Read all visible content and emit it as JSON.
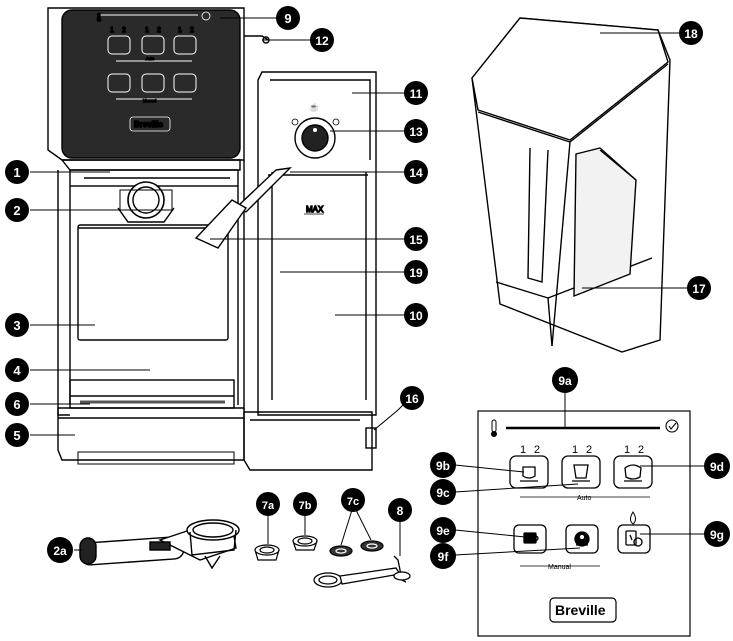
{
  "brand": "Breville",
  "machine": {
    "panel_numbers": [
      "1",
      "2",
      "1",
      "2",
      "1",
      "2"
    ],
    "auto_label": "Auto",
    "manual_label": "Manual",
    "tank_max_label": "MAX"
  },
  "callouts": {
    "c1": "1",
    "c2": "2",
    "c3": "3",
    "c4": "4",
    "c5": "5",
    "c6": "6",
    "c9": "9",
    "c10": "10",
    "c11": "11",
    "c12": "12",
    "c13": "13",
    "c14": "14",
    "c15": "15",
    "c16": "16",
    "c17": "17",
    "c18": "18",
    "c19": "19",
    "c2a": "2a",
    "c7a": "7a",
    "c7b": "7b",
    "c7c": "7c",
    "c8": "8",
    "c9a": "9a",
    "c9b": "9b",
    "c9c": "9c",
    "c9d": "9d",
    "c9e": "9e",
    "c9f": "9f",
    "c9g": "9g"
  },
  "detail_panel": {
    "numbers": [
      "1",
      "2",
      "1",
      "2",
      "1",
      "2"
    ],
    "auto_label": "Auto",
    "manual_label": "Manual",
    "brand": "Breville",
    "icons": {
      "temperature": "thermometer-icon",
      "check": "check-circle-icon",
      "espresso": "espresso-cup-icon",
      "lungo": "lungo-cup-icon",
      "cappuccino": "cappuccino-cup-icon",
      "manual_espresso": "manual-espresso-icon",
      "manual_milk": "manual-milk-icon",
      "manual_clean": "clean-cycle-icon",
      "milk_drop": "milk-drop-icon"
    }
  }
}
